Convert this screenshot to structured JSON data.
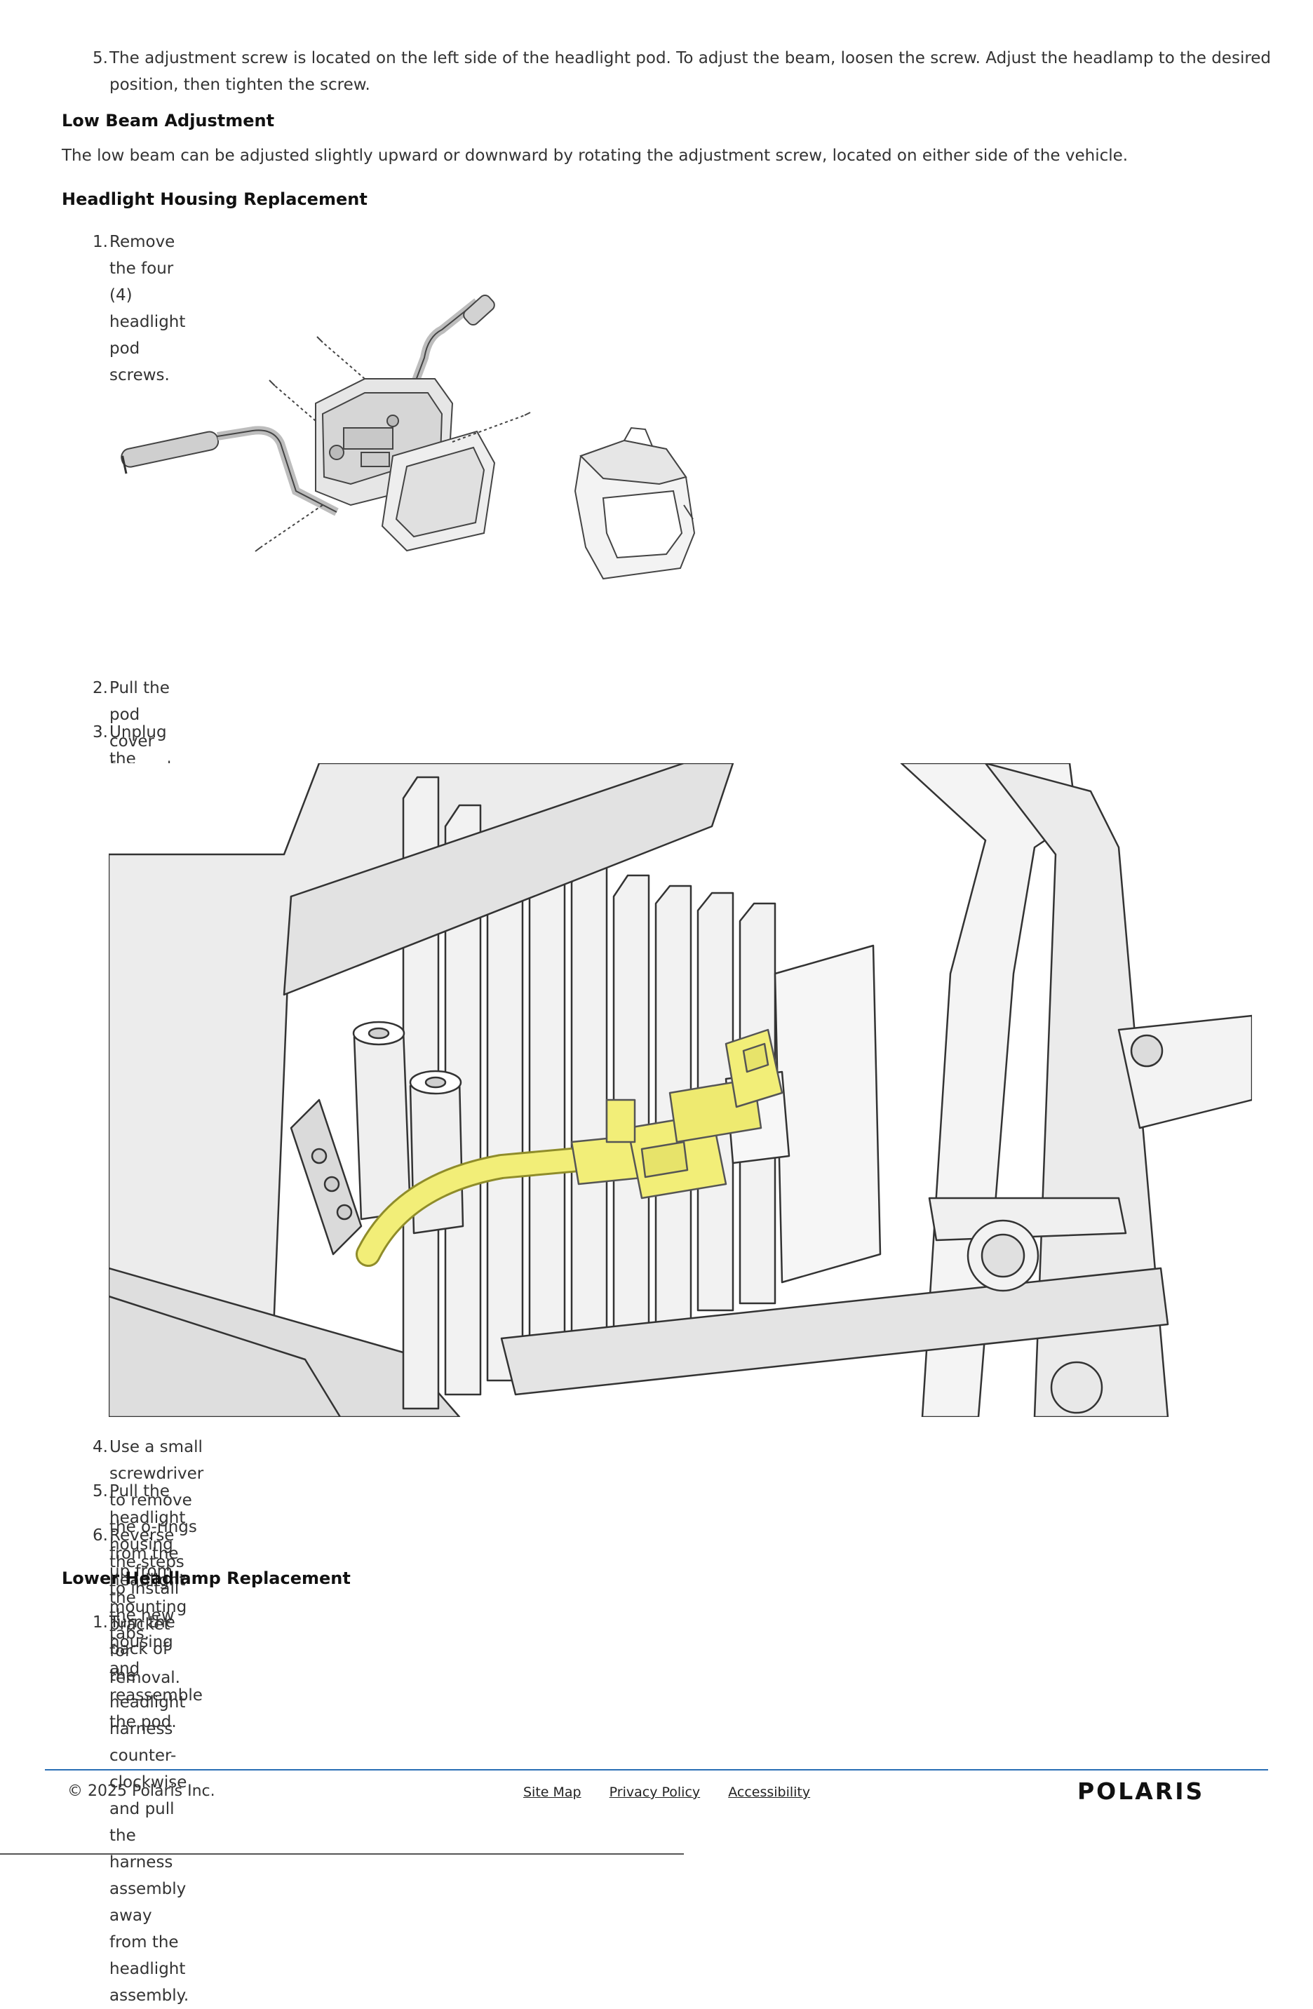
{
  "top_step": {
    "number": "5.",
    "text": "The adjustment screw is located on the left side of the headlight pod. To adjust the beam, loosen the screw. Adjust the headlamp to the desired position, then tighten the screw."
  },
  "low_beam": {
    "heading": "Low Beam Adjustment",
    "text": "The low beam can be adjusted slightly upward or downward by rotating the adjustment screw, located on either side of the vehicle."
  },
  "housing": {
    "heading": "Headlight Housing Replacement",
    "steps": [
      {
        "number": "1.",
        "text": "Remove the four (4) headlight pod screws."
      },
      {
        "number": "2.",
        "text": "Pull the pod cover forward."
      },
      {
        "number": "3.",
        "text": "Unplug the headlamp from the wiring harness."
      },
      {
        "number": "4.",
        "text": "Use a small screwdriver to remove the o-rings from the headlight mounting tabs."
      },
      {
        "number": "5.",
        "text": "Pull the headlight housing up from the bracket for removal."
      },
      {
        "number": "6.",
        "text": "Reverse the steps to install the new housing and reassemble the pod."
      }
    ]
  },
  "lower": {
    "heading": "Lower Headlamp Replacement",
    "steps": [
      {
        "number": "1.",
        "text": "Turn the back of the headlight harness counter-clockwise and pull the harness assembly away from the headlight assembly."
      }
    ]
  },
  "footer": {
    "copyright": "© 2025 Polaris Inc.",
    "links": [
      "Site Map",
      "Privacy Policy",
      "Accessibility"
    ],
    "logo_text": "POLARIS"
  },
  "colors": {
    "accent_line": "#2a6fb5",
    "connector_yellow": "#f2ee78"
  },
  "icons": [
    "handlebar-pod-illustration",
    "pod-cover-illustration",
    "wiring-connector-illustration",
    "polaris-logo"
  ]
}
